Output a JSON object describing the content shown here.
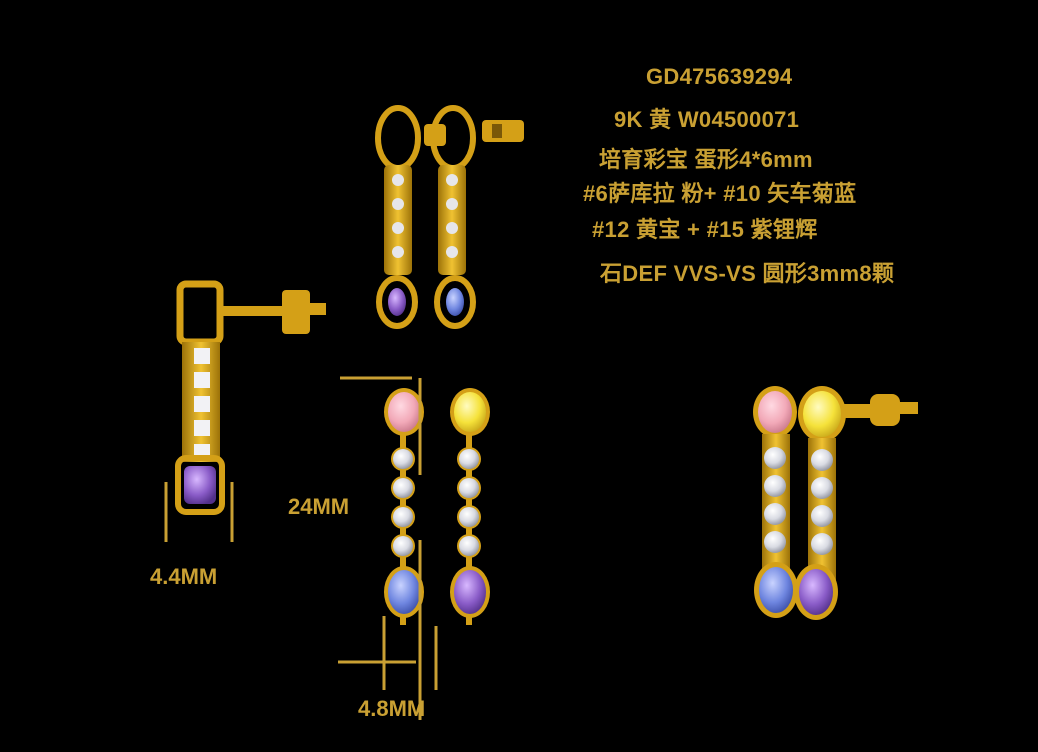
{
  "specs": {
    "code": "GD475639294",
    "metal": "9K 黄  W04500071",
    "stone_type": "培育彩宝 蛋形4*6mm",
    "stones_line1": "#6萨库拉 粉+ #10 矢车菊蓝",
    "stones_line2": "#12 黄宝 + #15 紫锂辉",
    "diamond": "石DEF VVS-VS 圆形3mm8颗"
  },
  "dimensions": {
    "length": "24MM",
    "side_width": "4.4MM",
    "front_width": "4.8MM"
  },
  "colors": {
    "gold": "#D4A017",
    "label": "#C9A033",
    "pink_stone": "#F2A9B8",
    "yellow_stone": "#F5E23A",
    "blue_stone": "#6F86E0",
    "purple_stone": "#8A5CC8",
    "diamond": "#E8E8EE"
  }
}
